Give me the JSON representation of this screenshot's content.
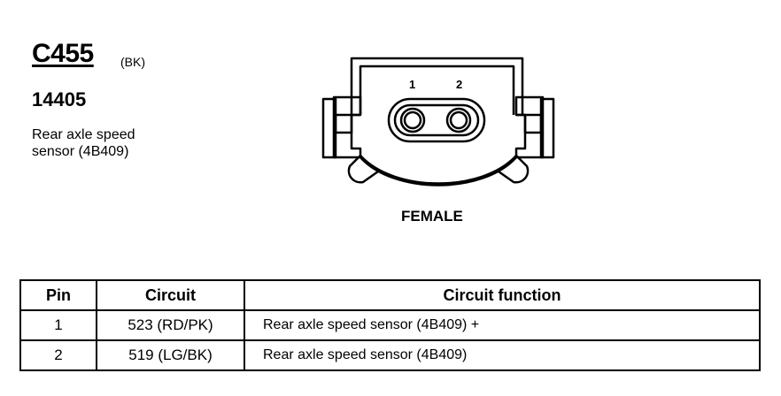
{
  "connector": {
    "id": "C455",
    "color": "(BK)",
    "part_number": "14405",
    "description_line1": "Rear axle speed",
    "description_line2": "sensor (4B409)",
    "view_label": "FEMALE",
    "pin_labels": [
      "1",
      "2"
    ]
  },
  "table": {
    "headers": [
      "Pin",
      "Circuit",
      "Circuit function"
    ],
    "rows": [
      {
        "pin": "1",
        "circuit": "523 (RD/PK)",
        "function": "Rear axle speed sensor (4B409) +"
      },
      {
        "pin": "2",
        "circuit": "519 (LG/BK)",
        "function": "Rear axle speed sensor (4B409)"
      }
    ]
  }
}
